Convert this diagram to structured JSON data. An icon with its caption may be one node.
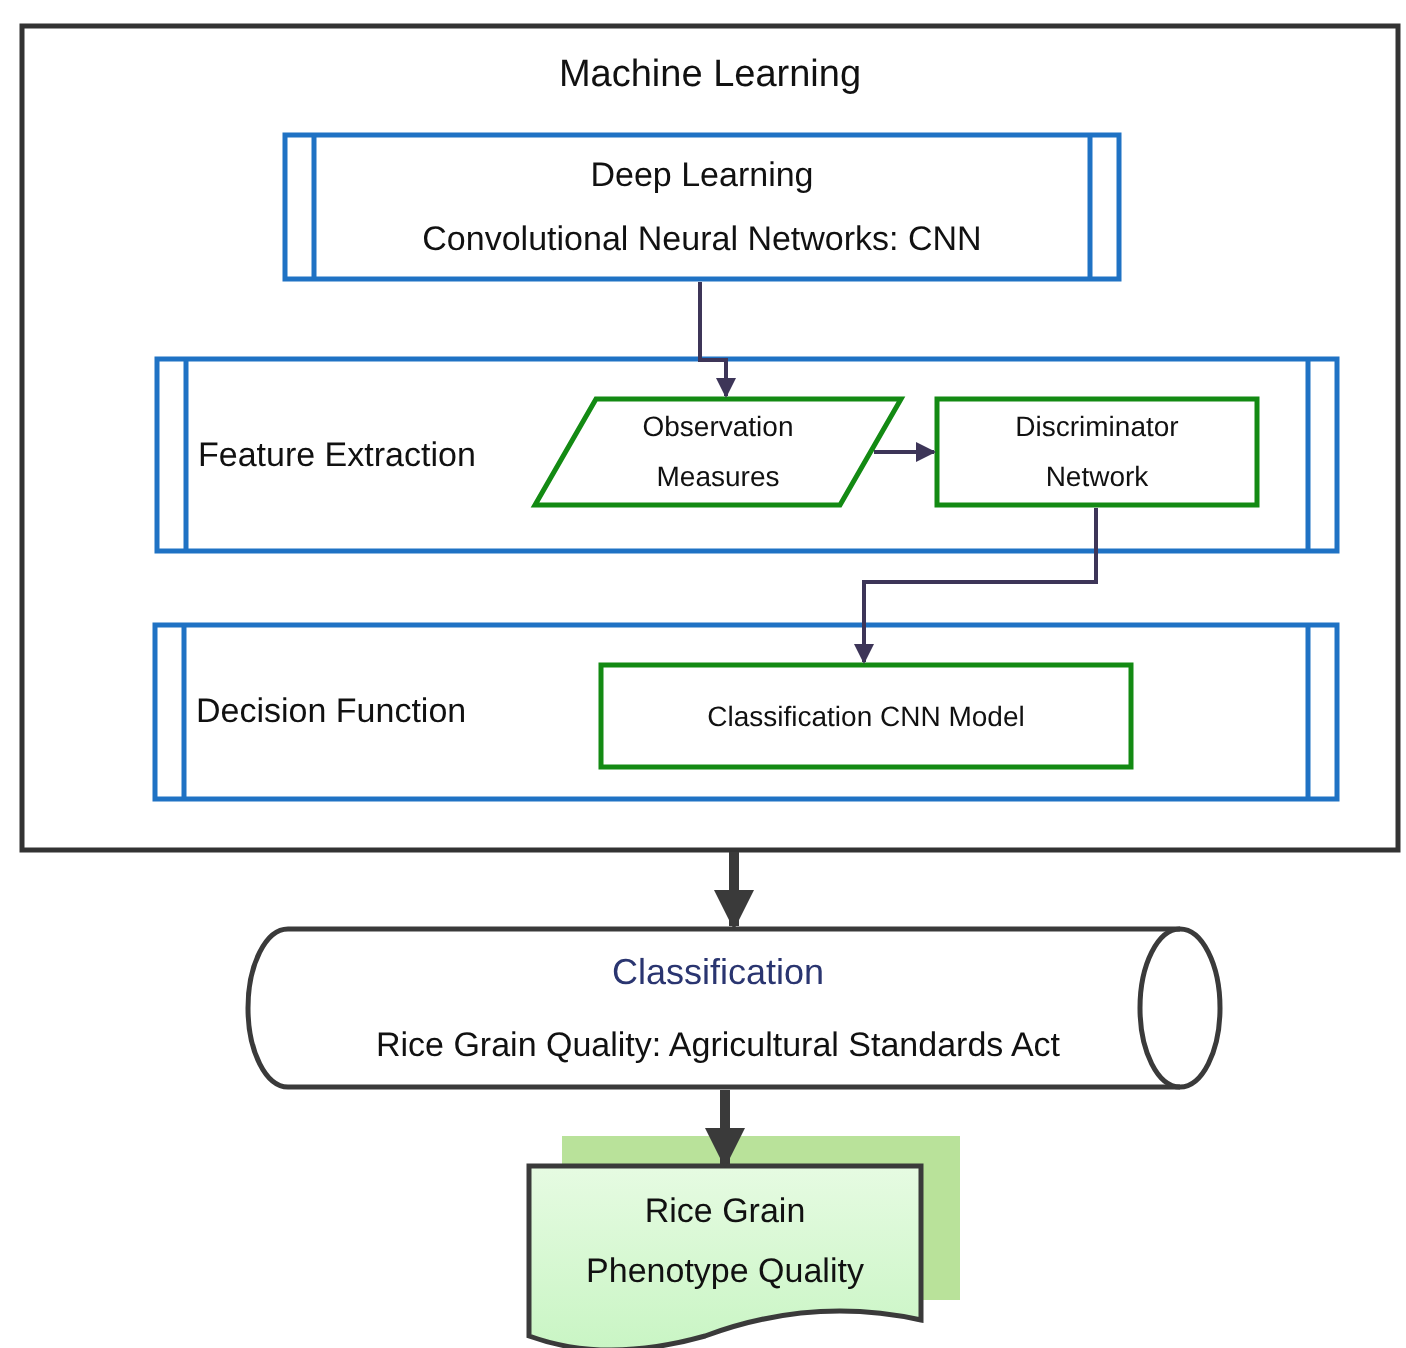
{
  "diagram": {
    "nodes": [
      {
        "text": [
          "Machine Learning"
        ]
      },
      {
        "text": [
          "Deep Learning",
          "Convolutional Neural Networks: CNN"
        ],
        "in": 0
      },
      {
        "text": [
          "Feature Extraction"
        ],
        "in": 0
      },
      {
        "text": [
          "Observation Measures"
        ],
        "in": 2
      },
      {
        "text": [
          "Discriminator Network"
        ],
        "in": 2
      },
      {
        "text": [
          "Decision Function"
        ],
        "in": 0
      },
      {
        "text": [
          "Classification CNN Model"
        ],
        "in": 5
      },
      {
        "text": [
          "Classification",
          "Rice Grain Quality: Agricultural Standards Act"
        ]
      },
      {
        "text": [
          "Rice Grain Phenotype Quality"
        ]
      }
    ],
    "edges": [
      {
        "from": 1,
        "to": 3,
        "arrow": "to"
      },
      {
        "from": 3,
        "to": 4,
        "arrow": "to"
      },
      {
        "from": 4,
        "to": 6,
        "arrow": "to"
      },
      {
        "from": 0,
        "to": 7,
        "arrow": "to",
        "style": "thick",
        "color": "#3a3a3a"
      },
      {
        "from": 7,
        "to": 8,
        "arrow": "to",
        "style": "thick",
        "color": "#3a3a3a"
      }
    ]
  }
}
